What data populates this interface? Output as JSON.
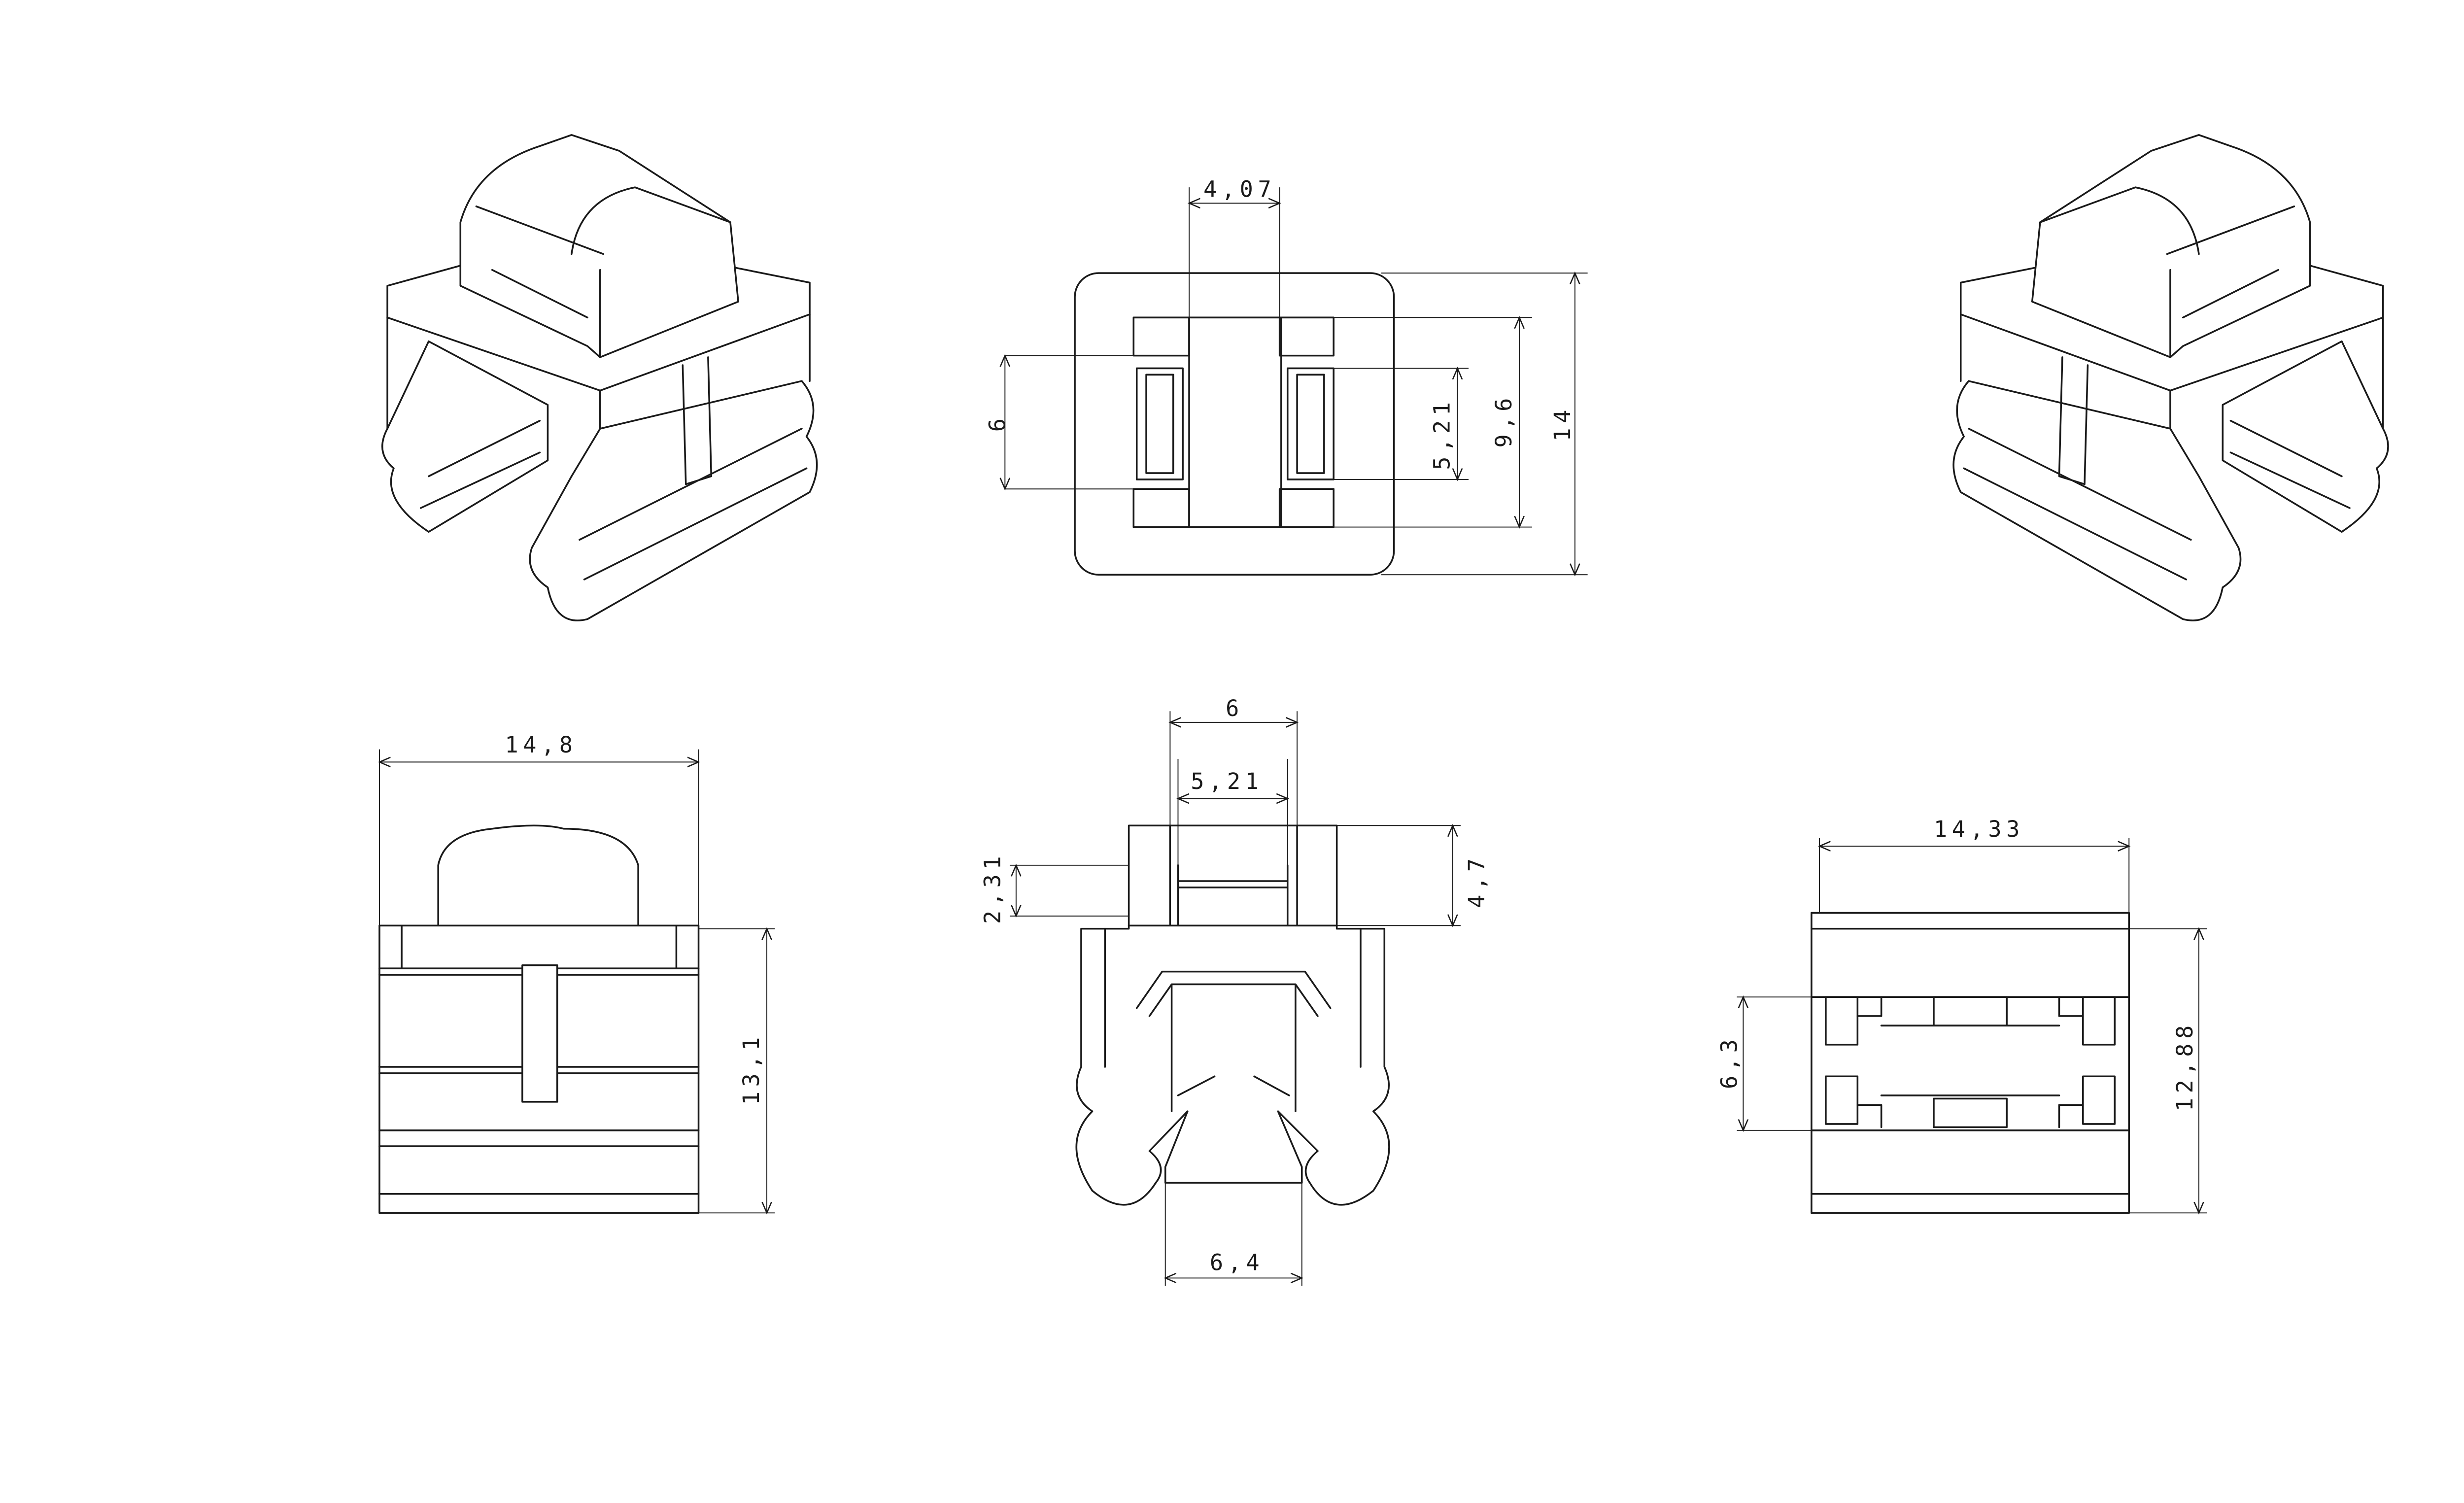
{
  "views": {
    "top": {
      "width_inner": "4,07",
      "slot_height": "6",
      "slot_inner": "5,21",
      "inner_height": "9,6",
      "overall": "14"
    },
    "front": {
      "width": "14,8",
      "height": "13,1"
    },
    "side": {
      "outer_width": "6",
      "inner_width": "5,21",
      "slot_height": "2,31",
      "top_height": "4,7",
      "opening": "6,4"
    },
    "bottom": {
      "width": "14,33",
      "slot_height": "6,3",
      "height": "12,88"
    }
  }
}
